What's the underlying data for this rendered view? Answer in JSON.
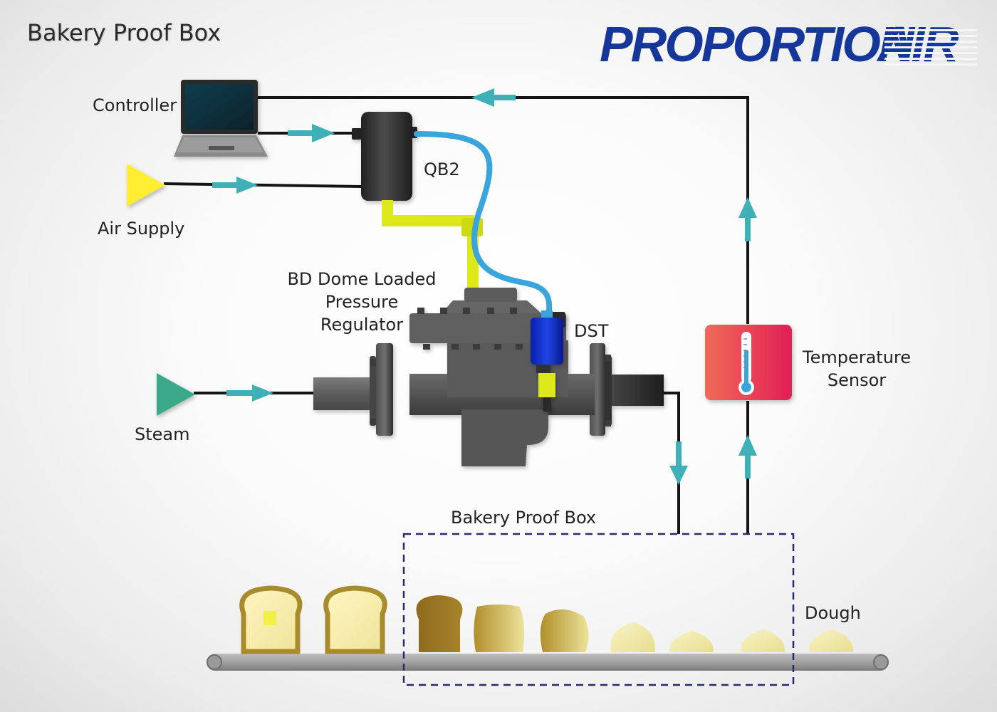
{
  "title": "Bakery Proof Box",
  "brand": {
    "part1": "PROPORTION",
    "part2": "AIR",
    "color": "#16379a"
  },
  "labels": {
    "controller": "Controller",
    "qb2": "QB2",
    "air_supply": "Air Supply",
    "regulator_line1": "BD Dome Loaded",
    "regulator_line2": "Pressure",
    "regulator_line3": "Regulator",
    "dst": "DST",
    "steam": "Steam",
    "temp_sensor_line1": "Temperature",
    "temp_sensor_line2": "Sensor",
    "proof_box": "Bakery Proof Box",
    "dough": "Dough"
  },
  "colors": {
    "flow_arrow": "#40b0b8",
    "air_supply": "#ffee33",
    "steam": "#3aa88a",
    "yellow_pipe": "#dde81a",
    "blue_tube": "#3aa5dc",
    "dst_body": "#1030c8",
    "sensor": "#ee3b55",
    "proof_box_border": "#2a2a6e"
  },
  "icons": {
    "controller": "laptop-icon",
    "qb2": "pressure-controller-icon",
    "sensor": "thermometer-icon"
  }
}
